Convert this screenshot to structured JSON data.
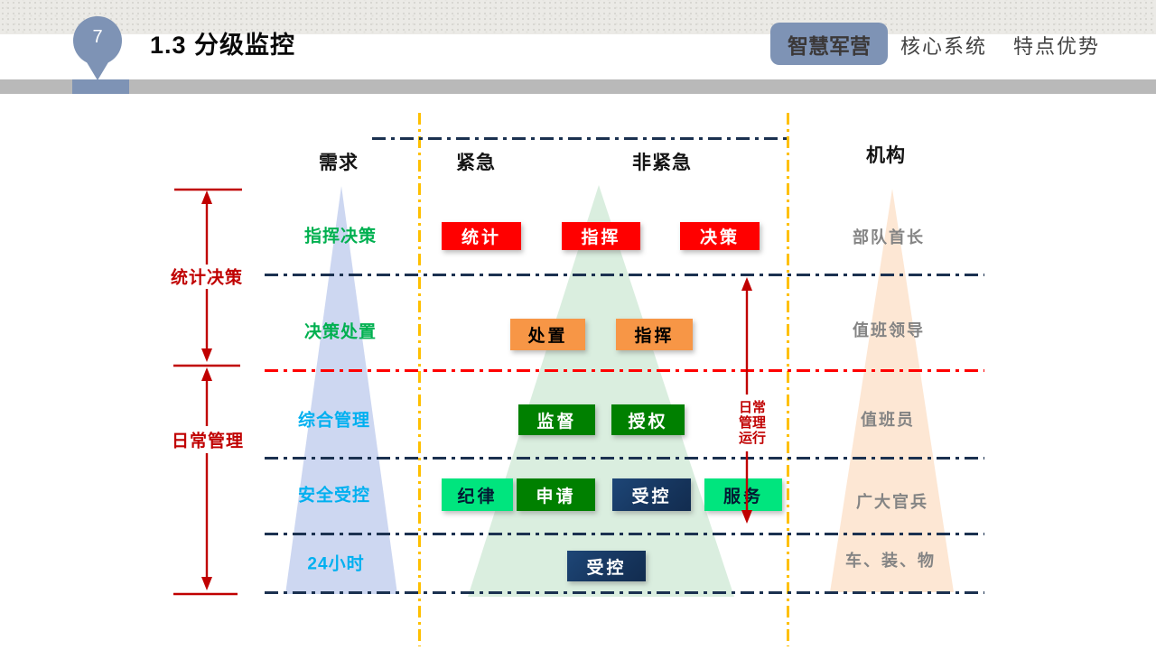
{
  "slide": {
    "page_number": "7",
    "title": "1.3 分级监控",
    "nav_tabs": [
      {
        "label": "智慧军营",
        "active": true
      },
      {
        "label": "核心系统",
        "active": false
      },
      {
        "label": "特点优势",
        "active": false
      }
    ]
  },
  "diagram": {
    "column_headers": {
      "demand": "需求",
      "urgent": "紧急",
      "non_urgent": "非紧急",
      "organization": "机构"
    },
    "left_sections": [
      {
        "label": "统计决策"
      },
      {
        "label": "日常管理"
      }
    ],
    "stage_labels": [
      {
        "label": "指挥决策",
        "color": "#00B050"
      },
      {
        "label": "决策处置",
        "color": "#00B050"
      },
      {
        "label": "综合管理",
        "color": "#00B0F0"
      },
      {
        "label": "安全受控",
        "color": "#00B0F0"
      },
      {
        "label": "24小时",
        "color": "#00B0F0"
      }
    ],
    "rows": [
      {
        "boxes": [
          {
            "label": "统计",
            "style": "red"
          },
          {
            "label": "指挥",
            "style": "red"
          },
          {
            "label": "决策",
            "style": "red"
          }
        ]
      },
      {
        "boxes": [
          {
            "label": "处置",
            "style": "orange"
          },
          {
            "label": "指挥",
            "style": "orange"
          }
        ]
      },
      {
        "boxes": [
          {
            "label": "监督",
            "style": "green-dark"
          },
          {
            "label": "授权",
            "style": "green-dark"
          }
        ]
      },
      {
        "boxes": [
          {
            "label": "纪律",
            "style": "green-bright"
          },
          {
            "label": "申请",
            "style": "green-dark"
          },
          {
            "label": "受控",
            "style": "navy"
          },
          {
            "label": "服务",
            "style": "green-bright"
          }
        ]
      },
      {
        "boxes": [
          {
            "label": "受控",
            "style": "navy"
          }
        ]
      }
    ],
    "flow_arrow": {
      "lines": [
        "日常",
        "管理",
        "运行"
      ]
    },
    "org_labels": [
      {
        "label": "部队首长"
      },
      {
        "label": "值班领导"
      },
      {
        "label": "值班员"
      },
      {
        "label": "广大官兵"
      },
      {
        "label": "车、装、物"
      }
    ],
    "colors": {
      "accent_blue": "#7E93B5",
      "yellow_guide": "#FFC000",
      "navy_dash": "#1B3150",
      "red_dash": "#FF0000",
      "arrow_red": "#C00000",
      "green_label": "#00B050",
      "cyan_label": "#00B0F0",
      "gray_label": "#848484",
      "box_red": "#FF0000",
      "box_orange": "#F79646",
      "box_green_dark": "#008000",
      "box_green_bright": "#00E57E",
      "box_navy": "#17375E",
      "triangle_blue": "#CDD7F1",
      "triangle_green": "#DAEEDF",
      "triangle_peach": "#FDE7D4"
    }
  }
}
